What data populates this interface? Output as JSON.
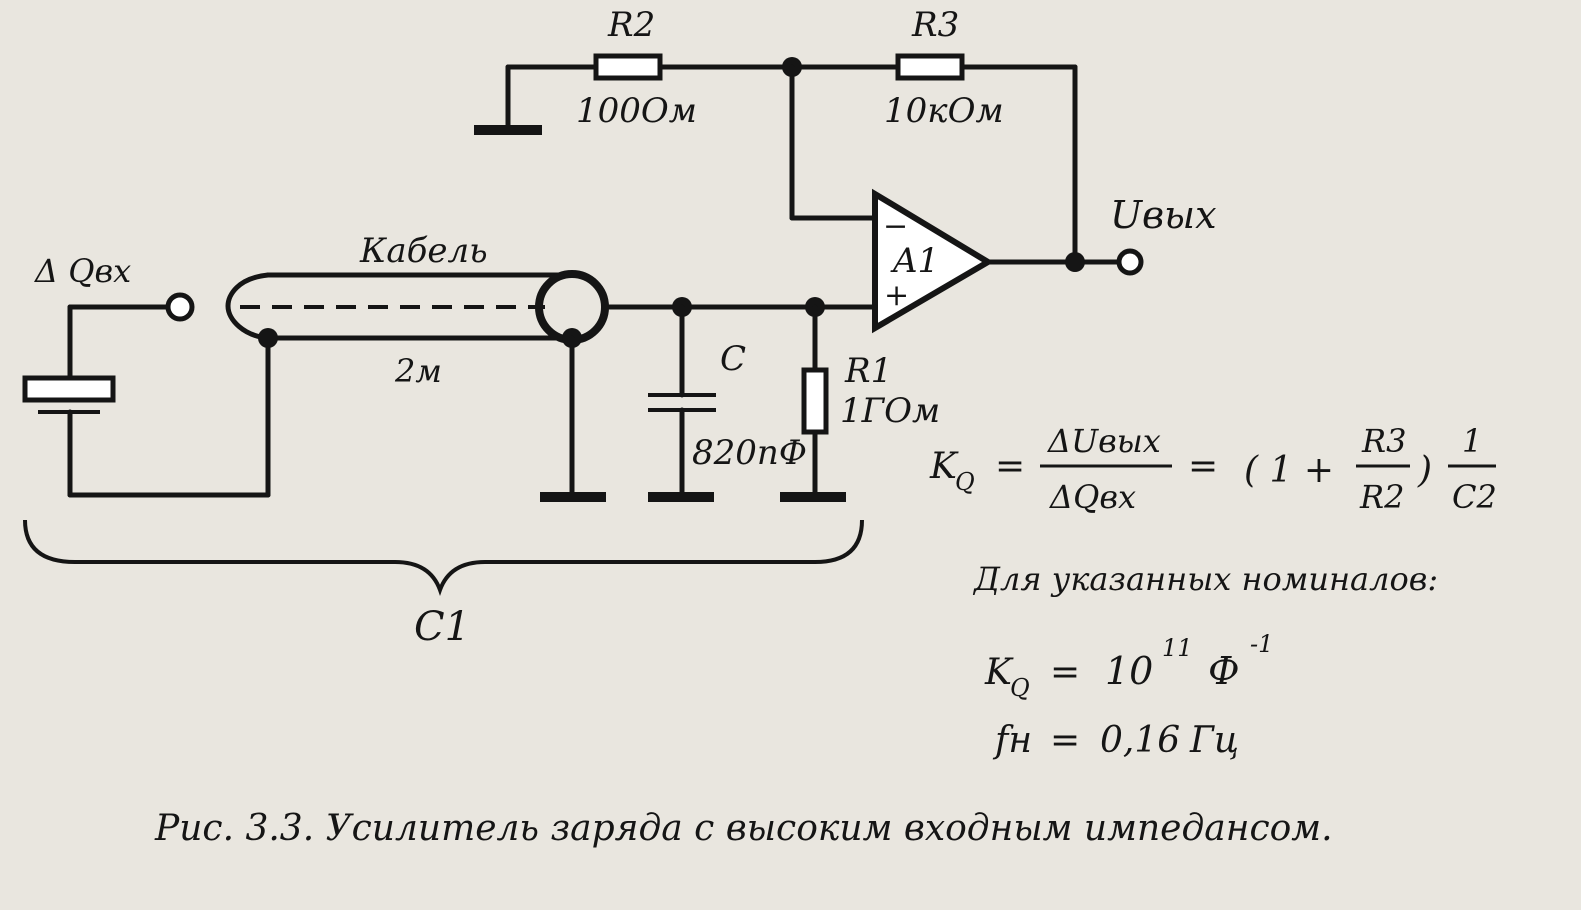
{
  "labels": {
    "r2": "R2",
    "r2_value": "100Ом",
    "r3": "R3",
    "r3_value": "10кОм",
    "opamp": "A1",
    "opamp_minus": "−",
    "opamp_plus": "+",
    "output": "Uвых",
    "input": "Δ Qвх",
    "cable": "Кабель",
    "cable_length": "2м",
    "capacitor": "C",
    "capacitor_value": "820пФ",
    "r1": "R1",
    "r1_value": "1ГОм",
    "brace": "C1"
  },
  "formula": {
    "lhs": "K",
    "lhs_sub": "Q",
    "eq1": "=",
    "num": "ΔUвых",
    "den": "ΔQвх",
    "eq2": "=",
    "paren_open": "( 1 +",
    "frac2_num": "R3",
    "frac2_den": "R2",
    "paren_close": ")",
    "frac3_num": "1",
    "frac3_den": "C2"
  },
  "values": {
    "heading": "Для указанных номиналов:",
    "kq_lhs": "K",
    "kq_sub": "Q",
    "kq_eq": "=",
    "kq_base": "10",
    "kq_exp": "11",
    "kq_unit": "Ф",
    "kq_unit_exp": "-1",
    "fn_lhs": "fн",
    "fn_eq": "=",
    "fn_value": "0,16",
    "fn_unit": "Гц"
  },
  "caption": "Рис. 3.3. Усилитель заряда с высоким входным импедансом."
}
